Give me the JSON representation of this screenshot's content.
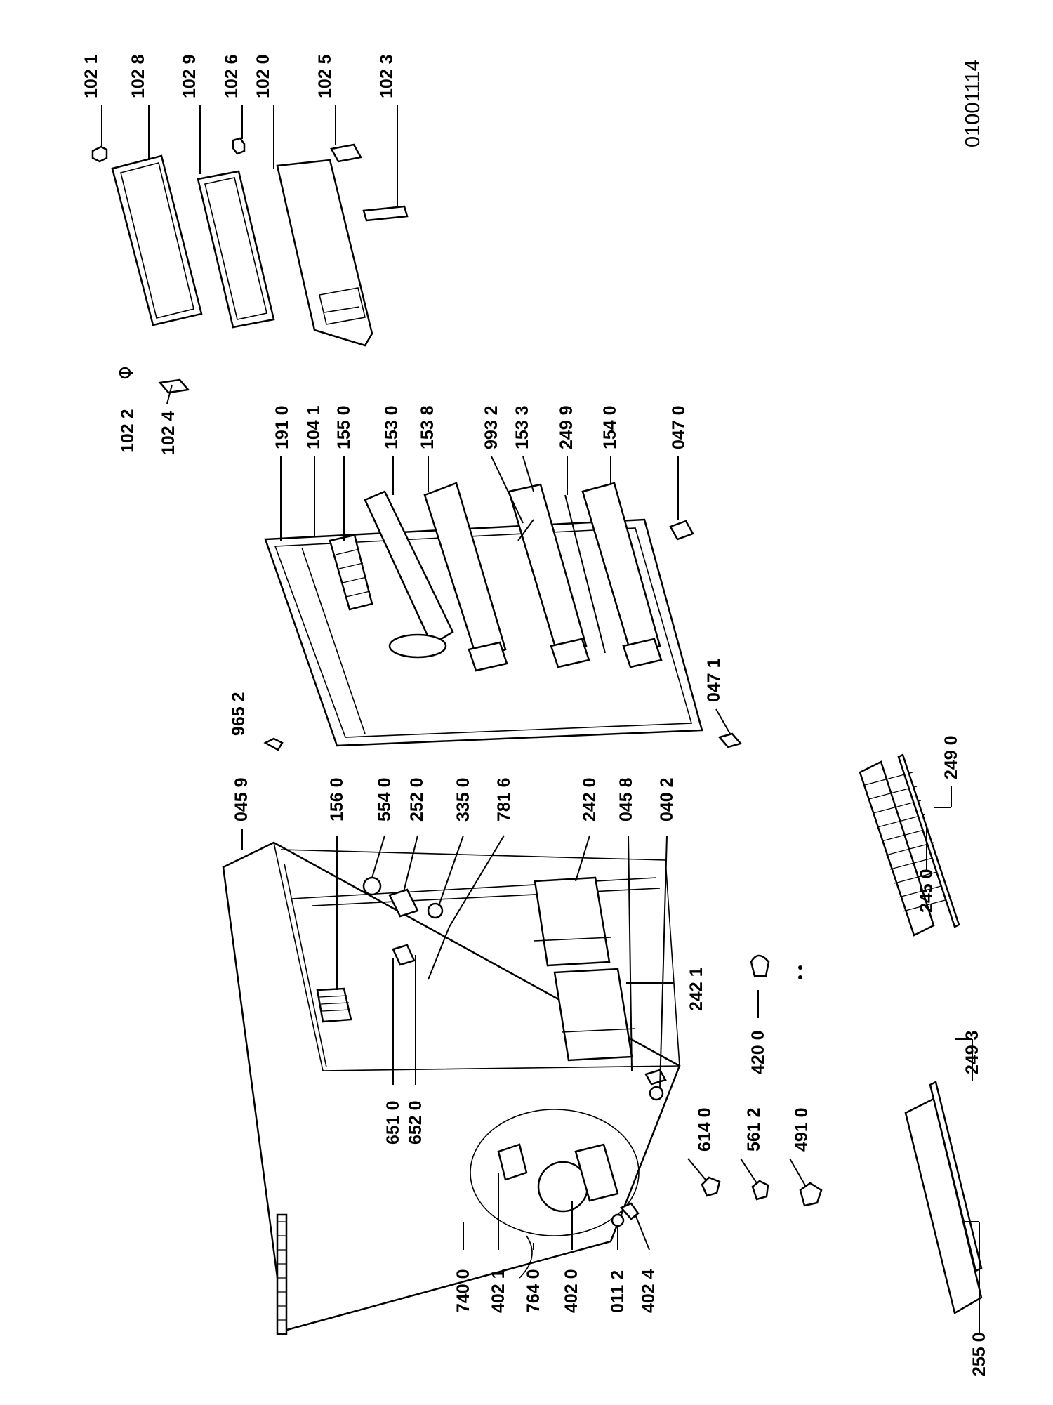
{
  "document_code": "01001114",
  "labels": {
    "l1021": "102 1",
    "l1028": "102 8",
    "l1029": "102 9",
    "l1026": "102 6",
    "l1020": "102 0",
    "l1025": "102 5",
    "l1023": "102 3",
    "l1022": "102 2",
    "l1024": "102 4",
    "l1910": "191 0",
    "l1041": "104 1",
    "l1550": "155 0",
    "l1530": "153 0",
    "l1538": "153 8",
    "l9932": "993 2",
    "l1533": "153 3",
    "l2499": "249 9",
    "l1540": "154 0",
    "l0470": "047 0",
    "l0471": "047 1",
    "l9652": "965 2",
    "l0459": "045 9",
    "l1560": "156 0",
    "l5540": "554 0",
    "l2520": "252 0",
    "l3350": "335 0",
    "l7816": "781 6",
    "l2420": "242 0",
    "l0458": "045 8",
    "l0402": "040 2",
    "l2421": "242 1",
    "l6510": "651 0",
    "l6520": "652 0",
    "l4200": "420 0",
    "l6140": "614 0",
    "l5612": "561 2",
    "l4910": "491 0",
    "l2490": "249 0",
    "l2450": "245 0",
    "l2493": "249 3",
    "l2550": "255 0",
    "l7400": "740 0",
    "l4021": "402 1",
    "l7640": "764 0",
    "l4020": "402 0",
    "l0112": "011 2",
    "l4024": "402 4"
  }
}
